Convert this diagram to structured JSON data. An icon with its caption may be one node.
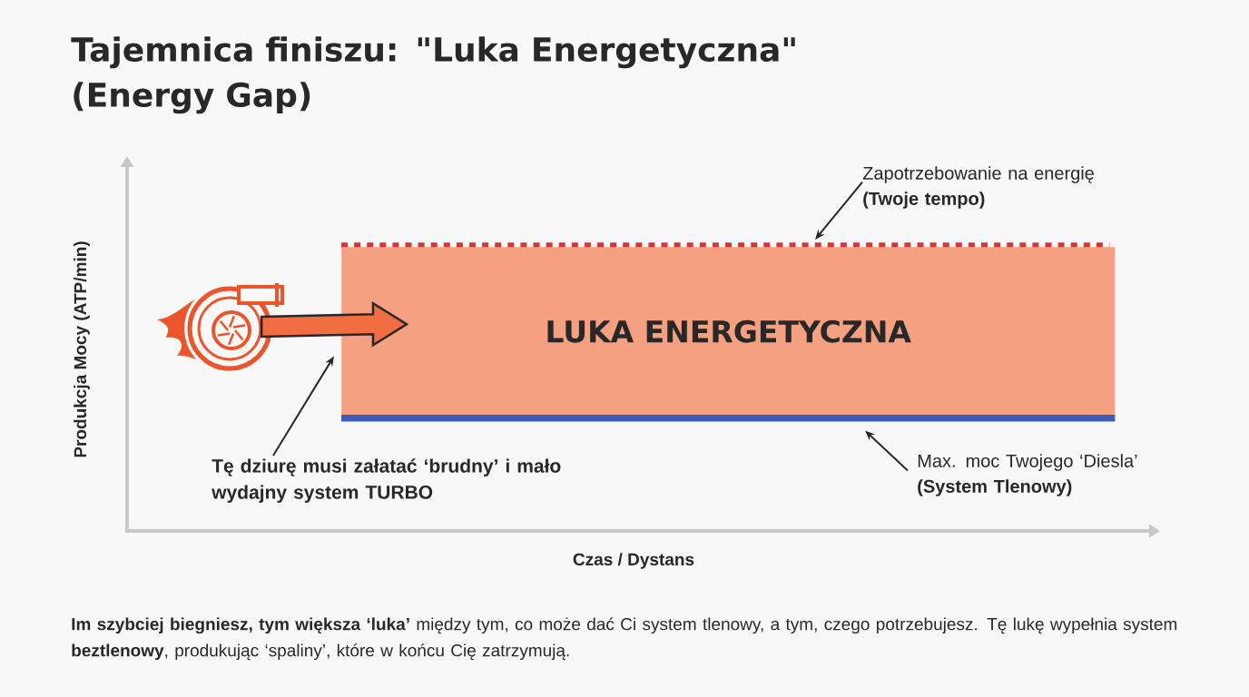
{
  "diagram": {
    "title": "Tajemnica finiszu: \"Luka Energetyczna\" (Energy Gap)",
    "caption": "**Im szybciej biegniesz, tym większa ‘luka’** między tym, co może dać Ci system tlenowy, a tym, czego potrzebujesz. Tę lukę wypełnia system **beztlenowy**, produkując ‘spaliny’, które w końcu Cię zatrzymują.",
    "nodes": [
      {
        "text": [
          "Zapotrzebowanie na energię **(Twoje tempo)**"
        ]
      },
      {
        "text": [],
        "shape": "bar"
      },
      {
        "text": [],
        "shape": "picture"
      },
      {
        "text": [
          "LUKA ENERGETYCZNA"
        ]
      },
      {
        "text": [],
        "shape": "bar"
      },
      {
        "text": [
          "Tę dziurę musi załatać ‘brudny’ i mało wydajny system TURBO"
        ]
      },
      {
        "text": [
          "Max. moc Twojego ‘Diesla’ **(System Tlenowy)**"
        ]
      }
    ],
    "edges": [
      {
        "from": 0,
        "to": 1,
        "arrow": "to"
      },
      {
        "from": 2,
        "to": 3,
        "arrow": "to",
        "style": "thick"
      },
      {
        "from": 5,
        "to": 3,
        "arrow": "to"
      },
      {
        "from": 6,
        "to": 4,
        "arrow": "to"
      }
    ],
    "labels": [
      "Produkcja Mocy (ATP/min)",
      "Czas / Dystans"
    ]
  }
}
